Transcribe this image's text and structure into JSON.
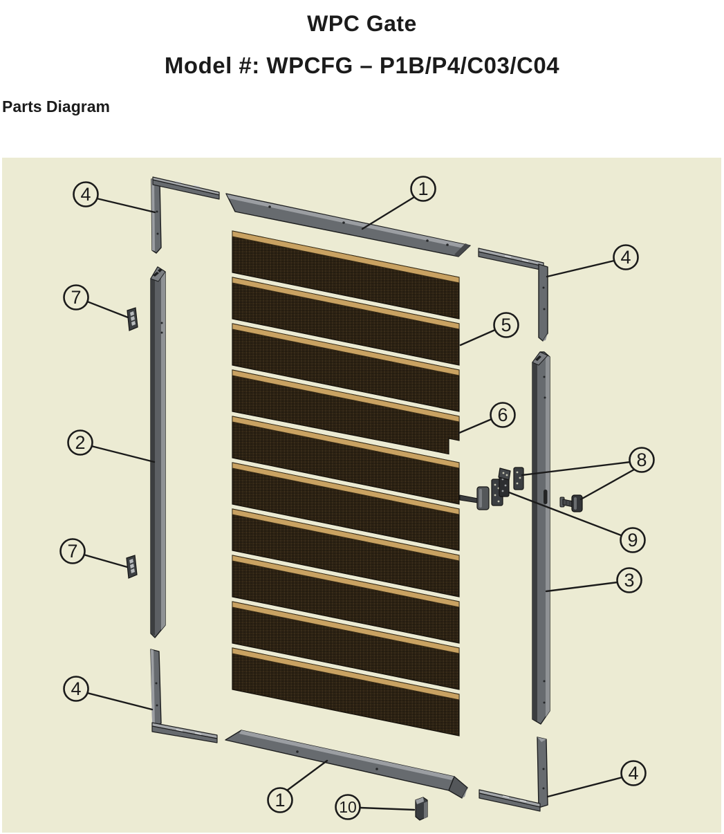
{
  "page": {
    "title": "WPC Gate",
    "model_line": "Model #: WPCFG – P1B/P4/C03/C04",
    "section_heading": "Parts Diagram"
  },
  "diagram": {
    "background_color": "#ECEBD3",
    "callouts": {
      "c1_top": {
        "label": "1"
      },
      "c1_bottom": {
        "label": "1"
      },
      "c2": {
        "label": "2"
      },
      "c3": {
        "label": "3"
      },
      "c4_top_left": {
        "label": "4"
      },
      "c4_top_right": {
        "label": "4"
      },
      "c4_bottom_left": {
        "label": "4"
      },
      "c4_bottom_right": {
        "label": "4"
      },
      "c5": {
        "label": "5"
      },
      "c6": {
        "label": "6"
      },
      "c7_upper": {
        "label": "7"
      },
      "c7_lower": {
        "label": "7"
      },
      "c8": {
        "label": "8"
      },
      "c9": {
        "label": "9"
      },
      "c10": {
        "label": "10"
      }
    },
    "colors": {
      "metal_gray": "#676B6F",
      "metal_light": "#9B9EA2",
      "metal_dark": "#46484B",
      "slat_brown": "#231B10",
      "slat_trim_tan": "#C9A262",
      "line_black": "#1B1B1B"
    }
  }
}
